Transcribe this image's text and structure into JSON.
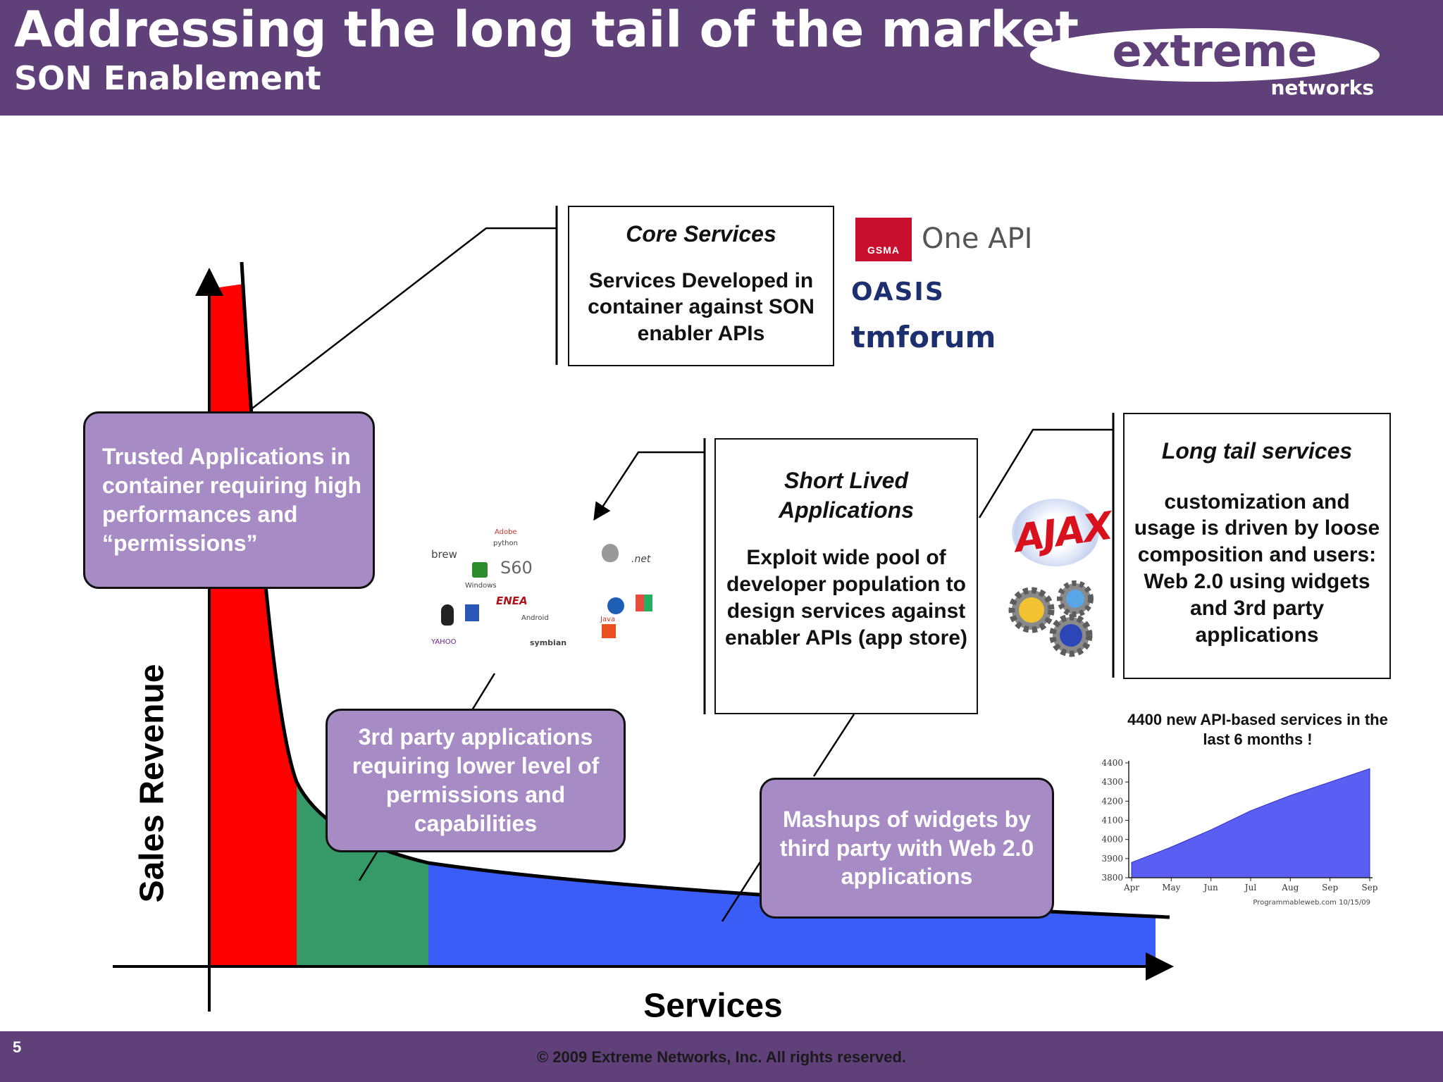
{
  "header": {
    "title": "Addressing the long tail of the market",
    "subtitle": "SON Enablement",
    "brand_logo": {
      "icon": "extreme-networks-logo",
      "word1": "extreme",
      "word2": "networks"
    }
  },
  "core_services": {
    "heading": "Core Services",
    "body": "Services Developed in container against SON enabler APIs",
    "logos": [
      {
        "icon": "gsma-logo",
        "mark_text": "GSMA",
        "text": "One API"
      },
      {
        "icon": "oasis-logo",
        "text": "OASIS"
      },
      {
        "icon": "tmforum-logo",
        "text": "tmforum"
      }
    ]
  },
  "short_lived": {
    "heading": "Short Lived Applications",
    "body": "Exploit wide pool of developer population to design services against enabler APIs (app store)"
  },
  "long_tail": {
    "heading": "Long tail services",
    "body": "customization and usage is driven by loose composition and users: Web 2.0 using widgets and 3rd party applications",
    "logos": [
      {
        "icon": "ajax-logo",
        "text": "AJAX"
      },
      {
        "icon": "gears-icon"
      }
    ]
  },
  "callouts": {
    "trusted": "Trusted Applications in container requiring high performances and “permissions”",
    "third_party": "3rd party applications requiring lower level of permissions and capabilities",
    "mashups": "Mashups of widgets by third party with Web 2.0 applications"
  },
  "developer_logos": [
    "brew",
    "S60",
    "Windows",
    "ENEA",
    "Android",
    "Java",
    "symbian",
    "YAHOO",
    ".net",
    "python",
    "Adobe"
  ],
  "axes": {
    "y_label": "Sales Revenue",
    "x_label": "Services"
  },
  "colors": {
    "header_bg": "#5f4079",
    "callout_bg": "#a78bc4",
    "head": "#ff0000",
    "body": "#359a68",
    "tail": "#3a5cf7"
  },
  "chart_data": {
    "type": "area",
    "title": "4400 new API-based services in the last 6 months !",
    "xlabel": "",
    "ylabel": "",
    "x": [
      "Apr",
      "May",
      "Jun",
      "Jul",
      "Aug",
      "Sep",
      "Sep"
    ],
    "y": [
      3880,
      3960,
      4050,
      4150,
      4230,
      4300,
      4370
    ],
    "ylim": [
      3800,
      4400
    ],
    "y_ticks": [
      3800,
      3900,
      4000,
      4100,
      4200,
      4300,
      4400
    ],
    "grid": false,
    "source": "Programmableweb.com 10/15/09",
    "color": "#5a5ef2"
  },
  "footer": {
    "page_number": "5",
    "copyright": "© 2009 Extreme Networks, Inc.  All rights reserved."
  }
}
